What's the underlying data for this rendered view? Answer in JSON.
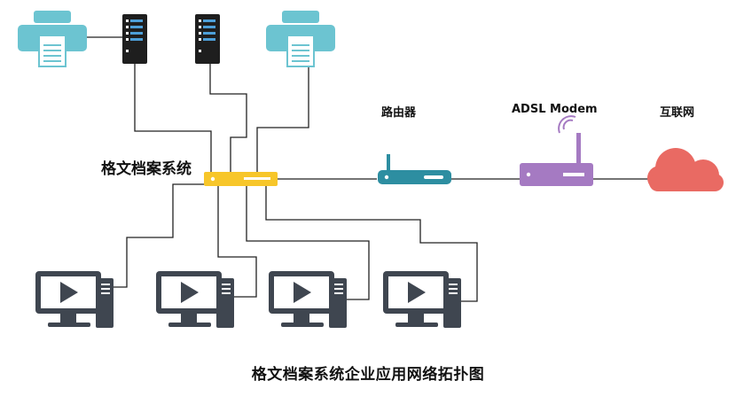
{
  "diagram": {
    "labels": {
      "system": "格文档案系统",
      "router": "路由器",
      "modem": "ADSL Modem",
      "internet": "互联网"
    },
    "caption": "格文档案系统企业应用网络拓扑图",
    "colors": {
      "printer": "#6cc4d1",
      "printer_dark": "#3aa6b7",
      "server": "#1e1e1e",
      "server_light": "#4d9fd8",
      "switch": "#f7c62a",
      "router": "#2d8ea1",
      "modem": "#a57ac2",
      "cloud": "#e96a63",
      "pc": "#3f4650",
      "wire": "#222222"
    },
    "nodes": [
      {
        "id": "printer-1",
        "kind": "printer"
      },
      {
        "id": "server-1",
        "kind": "server"
      },
      {
        "id": "server-2",
        "kind": "server"
      },
      {
        "id": "printer-2",
        "kind": "printer"
      },
      {
        "id": "switch",
        "kind": "switch"
      },
      {
        "id": "router",
        "kind": "router"
      },
      {
        "id": "adsl-modem",
        "kind": "modem"
      },
      {
        "id": "internet-cloud",
        "kind": "cloud"
      },
      {
        "id": "pc-1",
        "kind": "pc"
      },
      {
        "id": "pc-2",
        "kind": "pc"
      },
      {
        "id": "pc-3",
        "kind": "pc"
      },
      {
        "id": "pc-4",
        "kind": "pc"
      }
    ]
  }
}
